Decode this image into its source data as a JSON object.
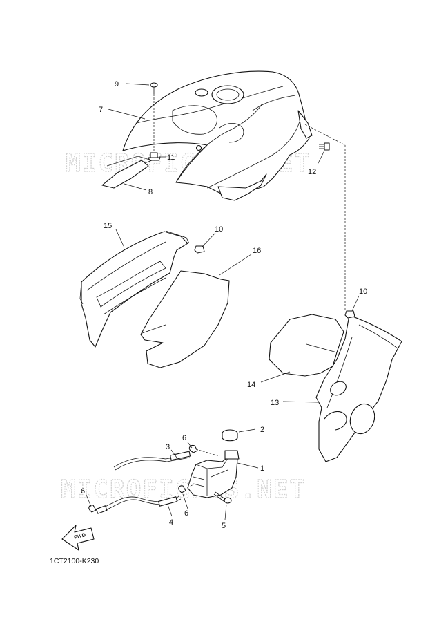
{
  "watermark": {
    "top": "MICROFICHES.NET",
    "bottom": "MICROFICHES.NET"
  },
  "callouts": {
    "c1": "1",
    "c2": "2",
    "c3": "3",
    "c4": "4",
    "c5": "5",
    "c6a": "6",
    "c6b": "6",
    "c6c": "6",
    "c7": "7",
    "c8": "8",
    "c9": "9",
    "c10a": "10",
    "c10b": "10",
    "c11": "11",
    "c12": "12",
    "c13": "13",
    "c14": "14",
    "c15": "15",
    "c16": "16"
  },
  "fwd_label": "FWD",
  "diagram_code": "1CT2100-K230"
}
